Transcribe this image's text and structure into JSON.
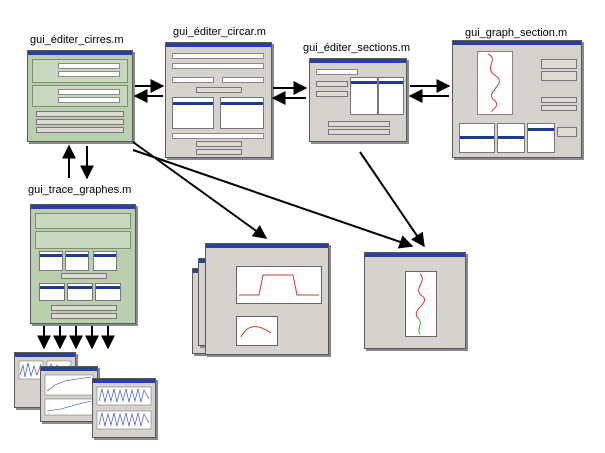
{
  "labels": {
    "cirres": "gui_éditer_cirres.m",
    "circar": "gui_éditer_circar.m",
    "sections": "gui_éditer_sections.m",
    "graph_section": "gui_graph_section.m",
    "trace_graphes": "gui_trace_graphes.m"
  },
  "colors": {
    "titlebar": "#2a3fa0",
    "window_gray": "#d6d3ce",
    "window_green": "#b9cfae",
    "arrow": "#000000",
    "curve_red": "#d23a3a",
    "curve_green": "#2aa84a",
    "curve_blue": "#2a3fc0"
  }
}
